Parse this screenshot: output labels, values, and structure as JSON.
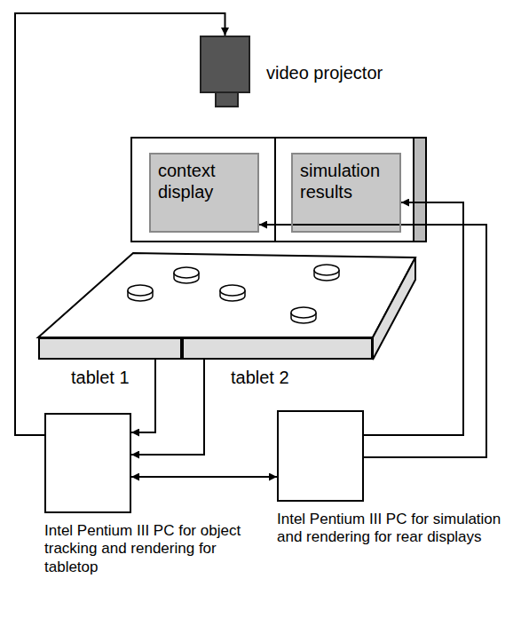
{
  "diagram": {
    "nodes": [
      {
        "text": [
          "video projector"
        ]
      },
      {
        "text": [
          "context display"
        ]
      },
      {
        "text": [
          "simulation results"
        ]
      },
      {
        "text": [
          "tablet 1"
        ]
      },
      {
        "text": [
          "tablet 2"
        ]
      },
      {
        "text": [
          "Intel Pentium III PC for object tracking and rendering for tabletop"
        ]
      },
      {
        "text": [
          "Intel Pentium III PC for simulation and rendering for rear displays"
        ]
      }
    ],
    "edges": [
      {
        "from": 5,
        "to": 0,
        "arrow": "to"
      },
      {
        "from": 3,
        "to": 5,
        "arrow": "to"
      },
      {
        "from": 4,
        "to": 5,
        "arrow": "to"
      },
      {
        "from": 5,
        "to": 6,
        "arrow": "both"
      },
      {
        "from": 6,
        "to": 2,
        "arrow": "to"
      },
      {
        "from": 6,
        "to": 1,
        "arrow": "to"
      }
    ]
  }
}
